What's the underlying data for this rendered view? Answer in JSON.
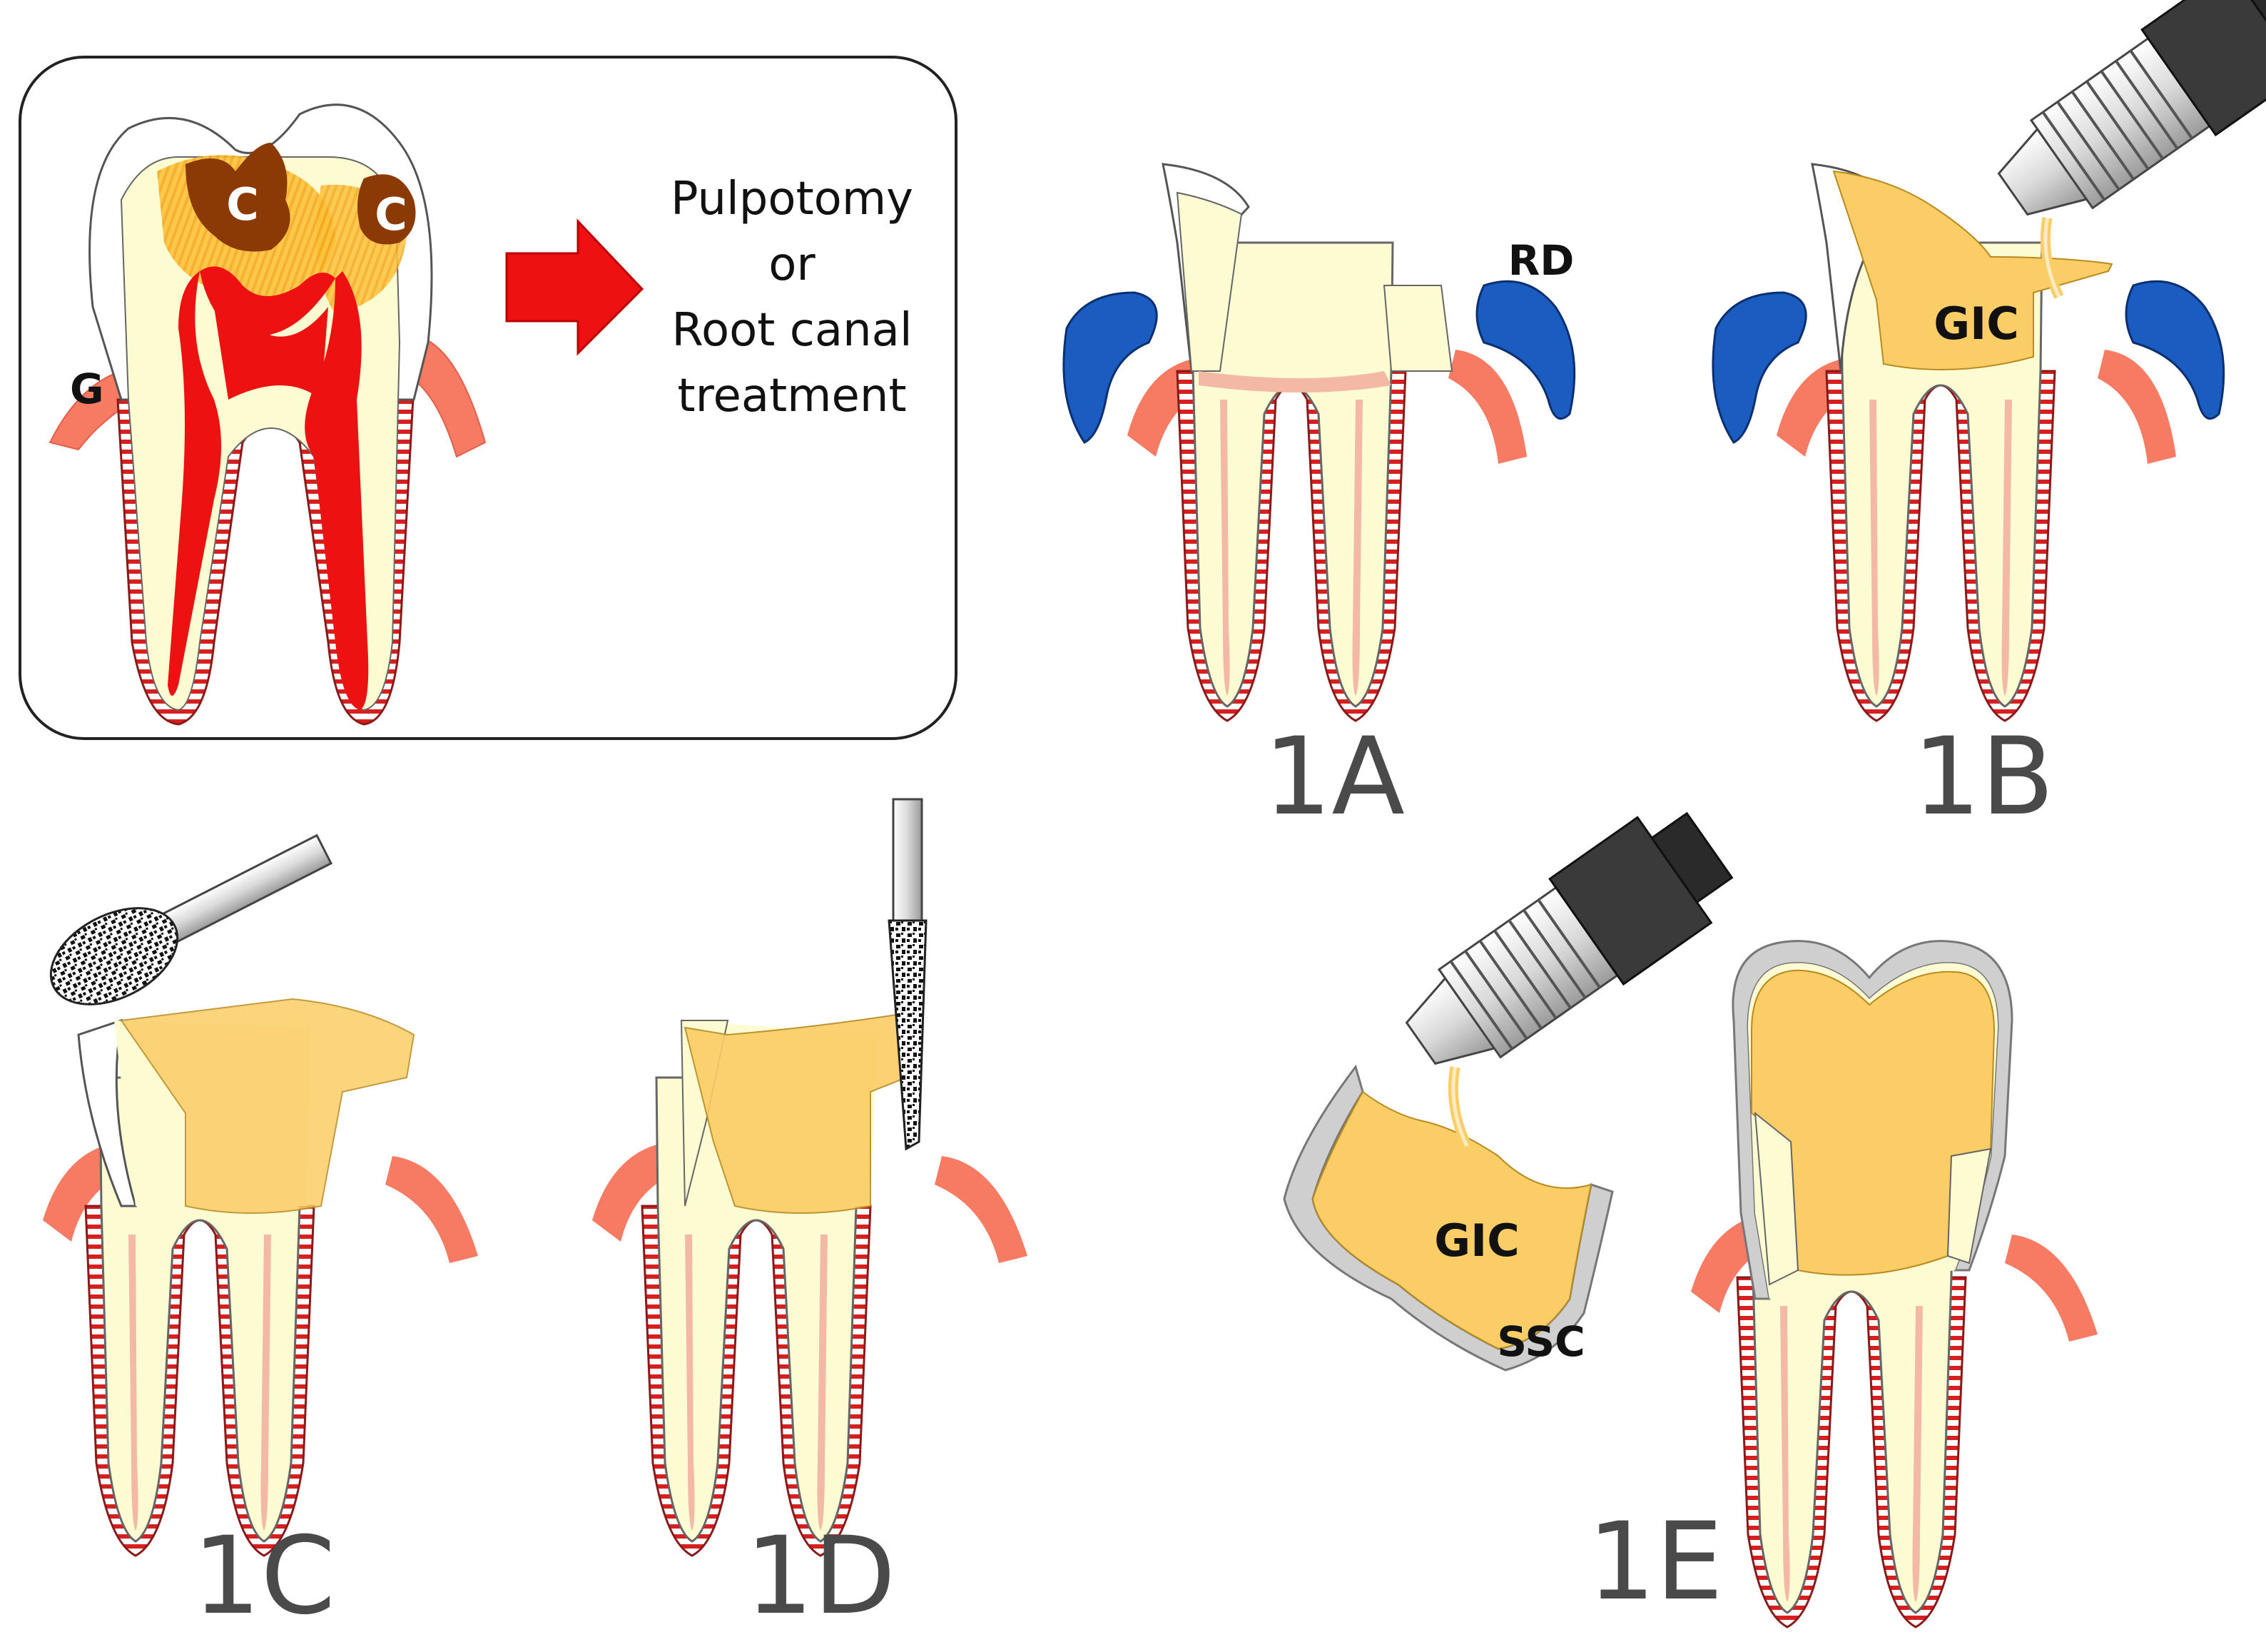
{
  "inset": {
    "caries_label_1": "C",
    "caries_label_2": "C",
    "gingiva_label": "G",
    "text_line_1": "Pulpotomy",
    "text_line_2": "or",
    "text_line_3": "Root canal",
    "text_line_4": "treatment"
  },
  "panels": {
    "a": {
      "label": "1A",
      "rd_label": "RD"
    },
    "b": {
      "label": "1B",
      "gic_label": "GIC"
    },
    "c": {
      "label": "1C"
    },
    "d": {
      "label": "1D"
    },
    "e": {
      "label": "1E",
      "gic_label": "GIC",
      "ssc_label": "SSC"
    }
  },
  "colors": {
    "enamel_outline": "#555555",
    "dentin": "#fdfbd2",
    "pulp_red": "#ee1111",
    "pulp_pink": "#f4b9a5",
    "gingiva": "#f77b63",
    "dam": "#1a5cc0",
    "caries": "#8b3a05",
    "gic": "#fbcd66",
    "ssc": "#cfcfcf",
    "arrow": "#ee1111",
    "label_gray": "#4a4a4a"
  }
}
